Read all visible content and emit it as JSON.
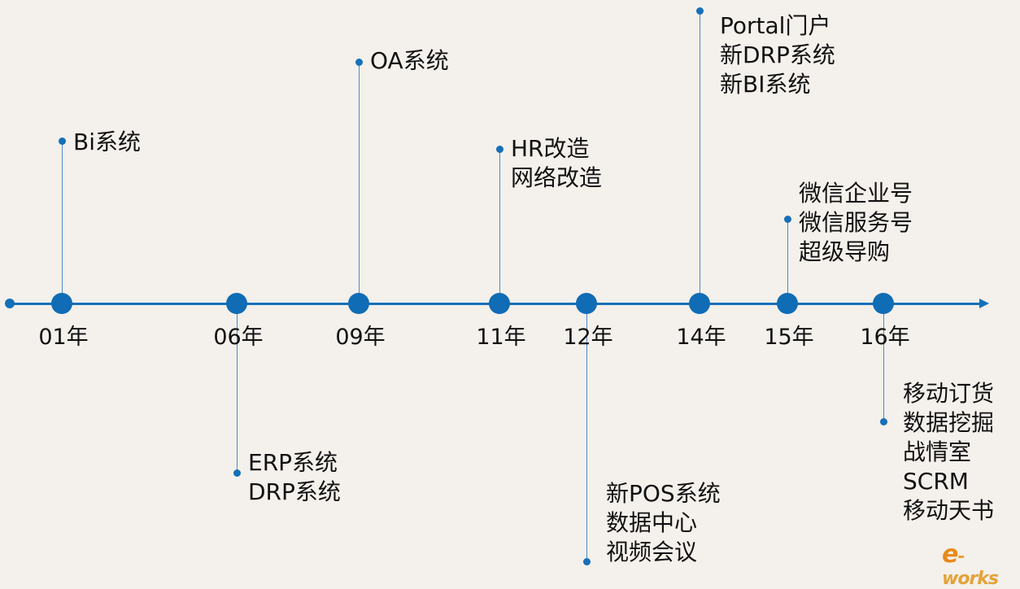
{
  "timeline": {
    "accent_color": "#1570b8",
    "events": [
      {
        "year": "01年",
        "items": [
          "Bi系统"
        ]
      },
      {
        "year": "06年",
        "items": [
          "ERP系统",
          "DRP系统"
        ]
      },
      {
        "year": "09年",
        "items": [
          "OA系统"
        ]
      },
      {
        "year": "11年",
        "items": [
          "HR改造",
          "网络改造"
        ]
      },
      {
        "year": "12年",
        "items": [
          "新POS系统",
          "数据中心",
          "视频会议"
        ]
      },
      {
        "year": "14年",
        "items": [
          "Portal门户",
          "新DRP系统",
          "新BI系统"
        ]
      },
      {
        "year": "15年",
        "items": [
          "微信企业号",
          "微信服务号",
          "超级导购"
        ]
      },
      {
        "year": "16年",
        "items": [
          "移动订货",
          "数据挖掘",
          "战情室",
          "SCRM",
          "移动天书"
        ]
      }
    ]
  },
  "watermark": {
    "e": "e",
    "rest": "-works"
  }
}
